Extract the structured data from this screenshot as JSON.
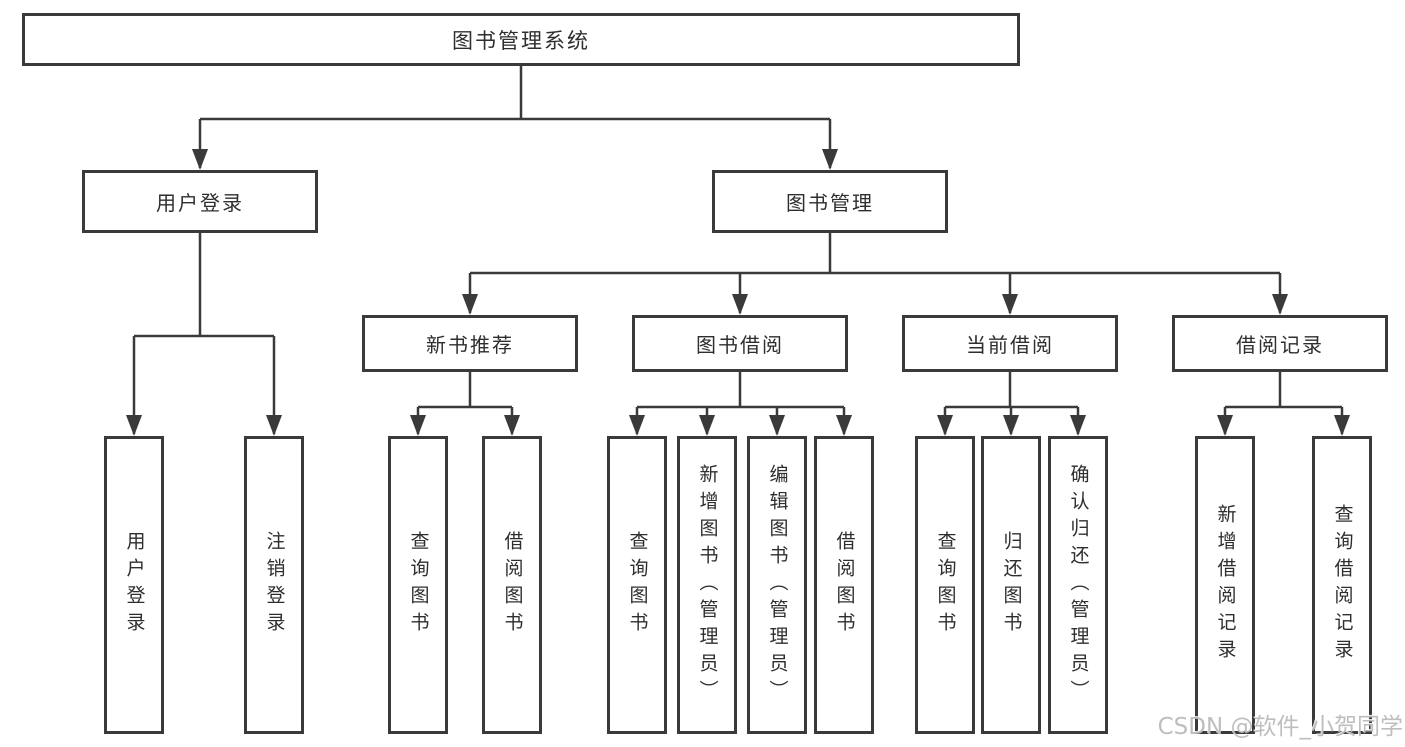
{
  "diagram_type": "tree",
  "tree": {
    "label": "图书管理系统",
    "children": [
      {
        "label": "用户登录",
        "children": [
          {
            "label": "用户登录"
          },
          {
            "label": "注销登录"
          }
        ]
      },
      {
        "label": "图书管理",
        "children": [
          {
            "label": "新书推荐",
            "children": [
              {
                "label": "查询图书"
              },
              {
                "label": "借阅图书"
              }
            ]
          },
          {
            "label": "图书借阅",
            "children": [
              {
                "label": "查询图书"
              },
              {
                "label": "新增图书（管理员）"
              },
              {
                "label": "编辑图书（管理员）"
              },
              {
                "label": "借阅图书"
              }
            ]
          },
          {
            "label": "当前借阅",
            "children": [
              {
                "label": "查询图书"
              },
              {
                "label": "归还图书"
              },
              {
                "label": "确认归还（管理员）"
              }
            ]
          },
          {
            "label": "借阅记录",
            "children": [
              {
                "label": "新增借阅记录"
              },
              {
                "label": "查询借阅记录"
              }
            ]
          }
        ]
      }
    ]
  },
  "watermark": {
    "text": "CSDN @软件_小贺同学"
  },
  "colors": {
    "line": "#3a3a3a",
    "box_border": "#3a3a3a",
    "box_fill": "#ffffff",
    "text": "#2e2e2e",
    "watermark": "#bababa",
    "background": "#ffffff"
  }
}
